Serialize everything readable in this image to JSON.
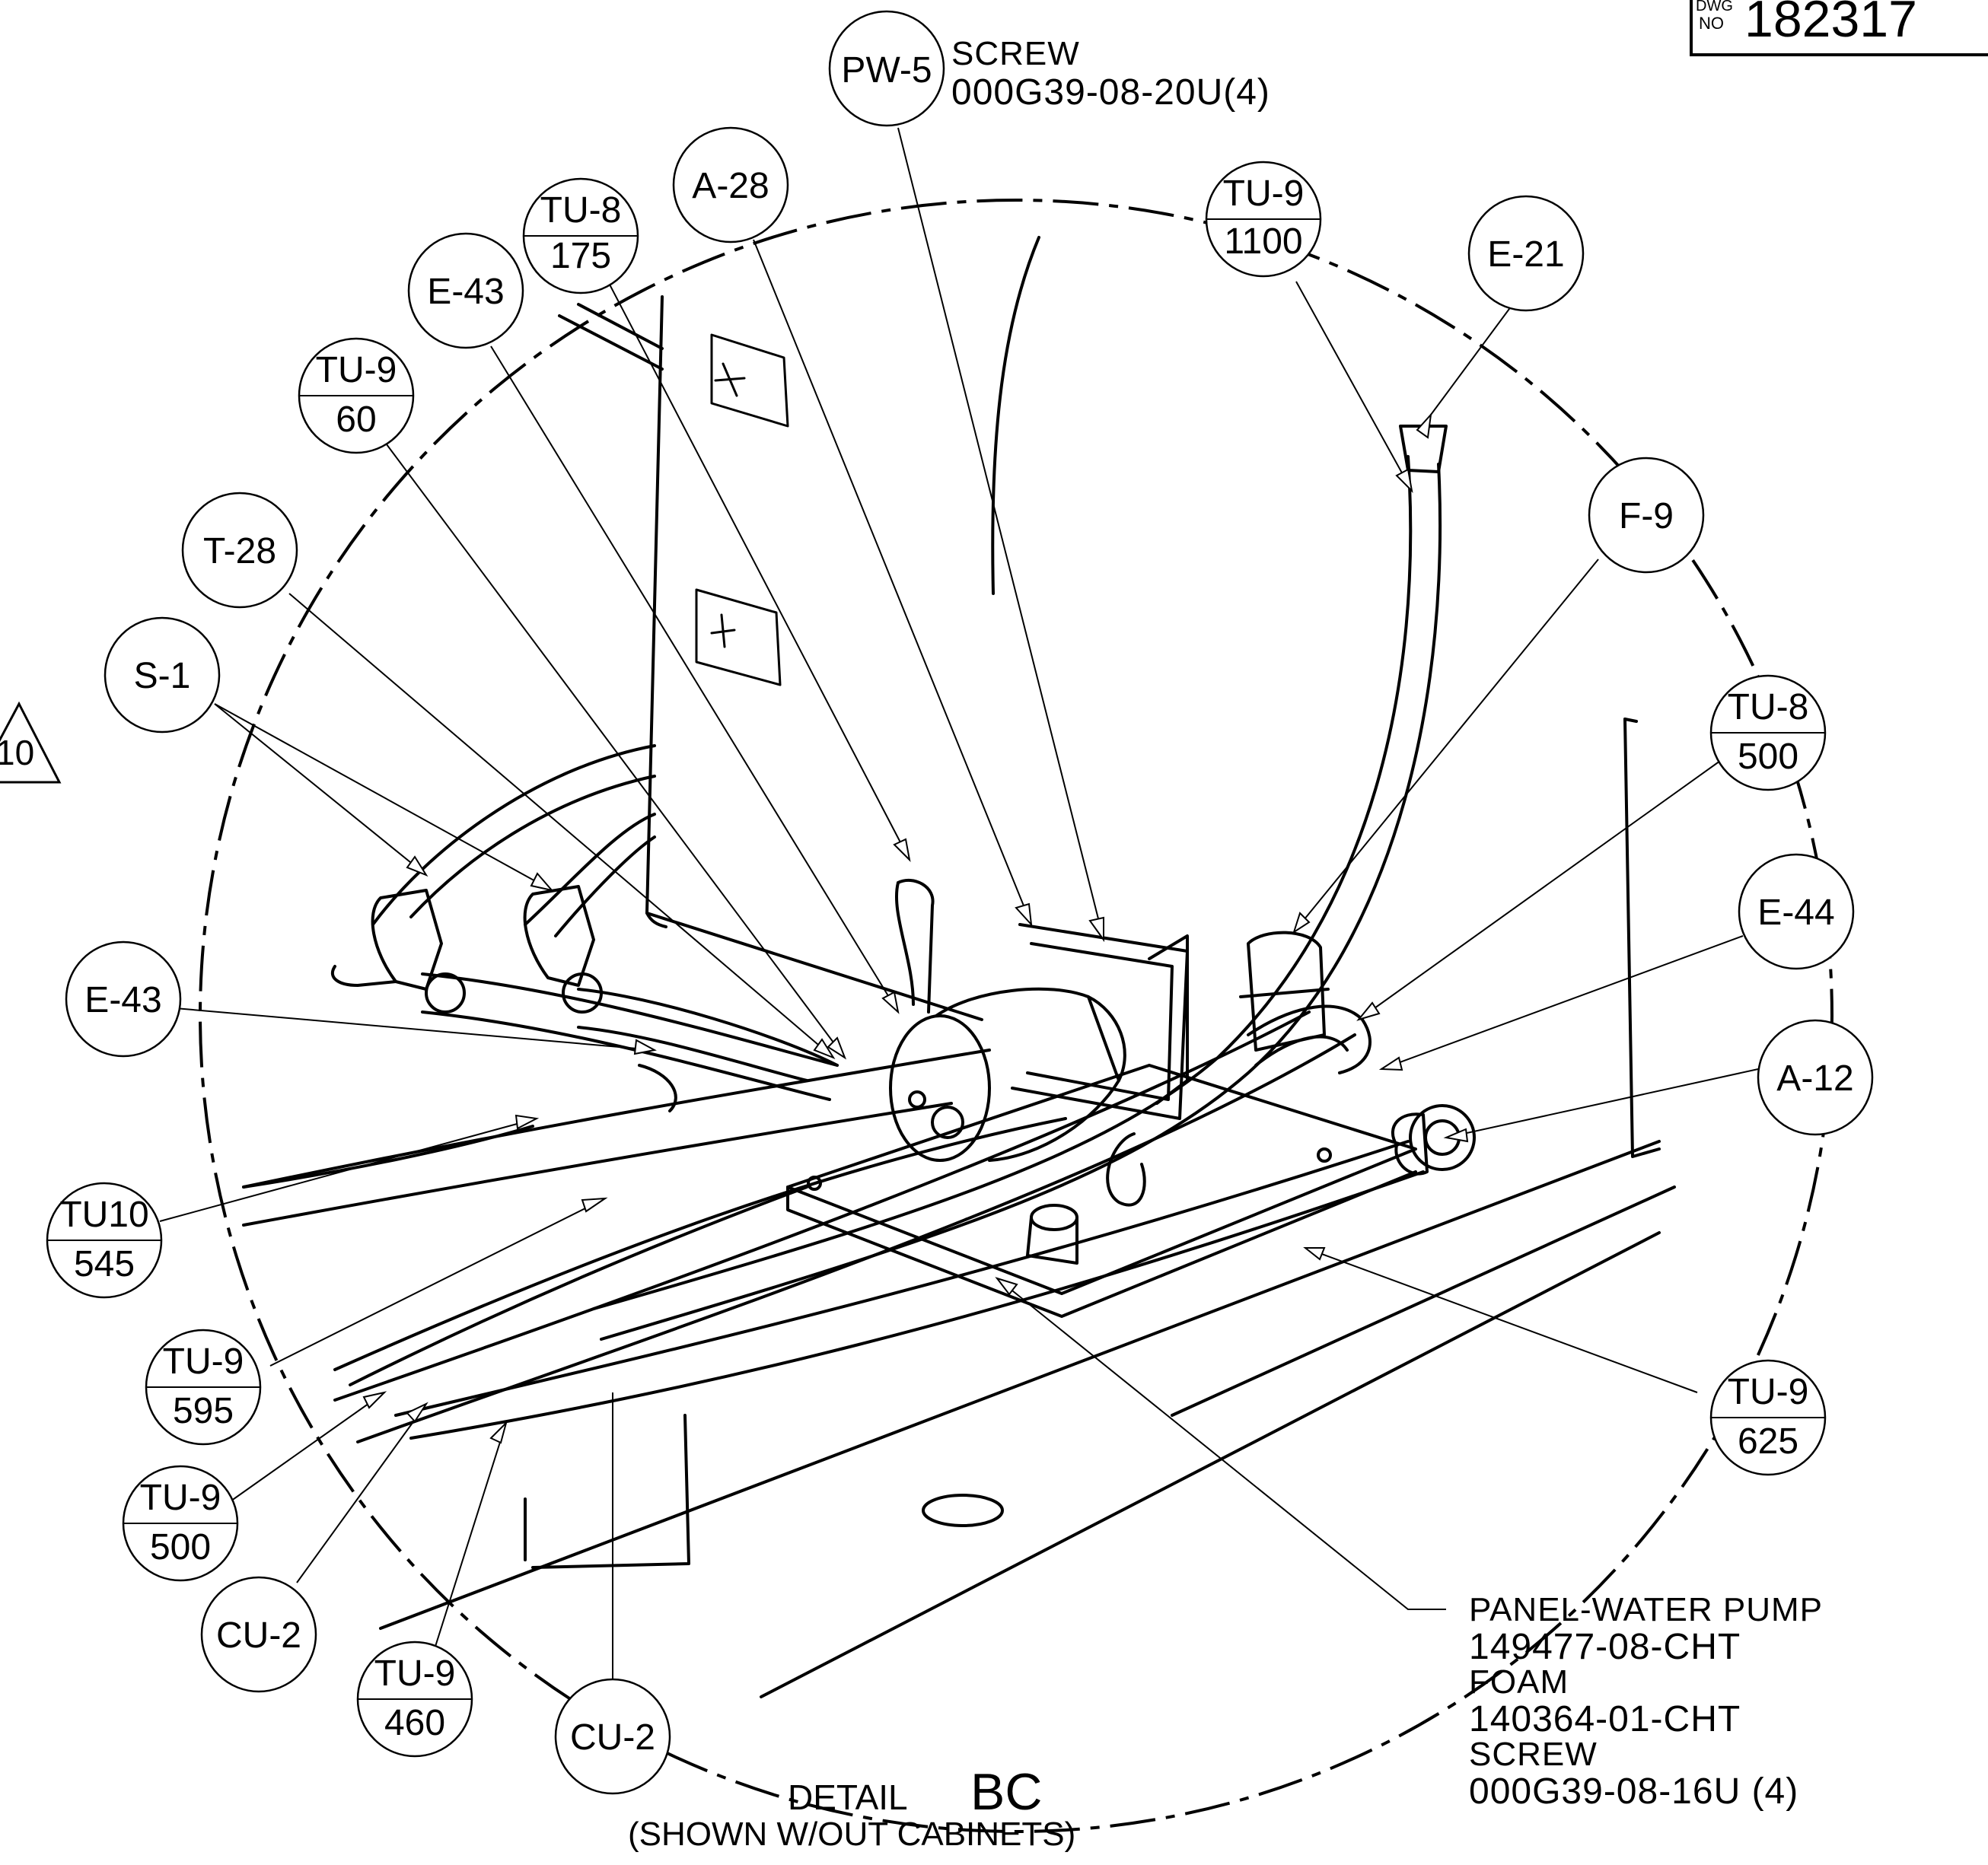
{
  "drawing_number": {
    "prefix_top": "DWG",
    "prefix_bottom": "NO",
    "value": "182317"
  },
  "detail": {
    "prefix": "DETAIL",
    "id": "BC",
    "note": "(SHOWN W/OUT CABINETS)"
  },
  "revision_marker": "10",
  "top_note": {
    "line1": "SCREW",
    "line2": "000G39-08-20U(4)"
  },
  "panel_note": {
    "line1": "PANEL-WATER PUMP",
    "line2": "149477-08-CHT",
    "line3": "FOAM",
    "line4": "140364-01-CHT",
    "line5": "SCREW",
    "line6": "000G39-08-16U (4)"
  },
  "callouts": {
    "pw5": "PW-5",
    "a28": "A-28",
    "tu8_175_top": "TU-8",
    "tu8_175_bot": "175",
    "e43_top": "E-43",
    "tu9_60_top": "TU-9",
    "tu9_60_bot": "60",
    "t28": "T-28",
    "s1": "S-1",
    "e43_left": "E-43",
    "tu10_545_top": "TU10",
    "tu10_545_bot": "545",
    "tu9_595_top": "TU-9",
    "tu9_595_bot": "595",
    "tu9_500_top": "TU-9",
    "tu9_500_bot": "500",
    "cu2_left": "CU-2",
    "tu9_460_top": "TU-9",
    "tu9_460_bot": "460",
    "cu2_bottom": "CU-2",
    "tu9_1100_top": "TU-9",
    "tu9_1100_bot": "1100",
    "e21": "E-21",
    "f9": "F-9",
    "tu8_500_top": "TU-8",
    "tu8_500_bot": "500",
    "e44": "E-44",
    "a12": "A-12",
    "tu9_625_top": "TU-9",
    "tu9_625_bot": "625"
  }
}
